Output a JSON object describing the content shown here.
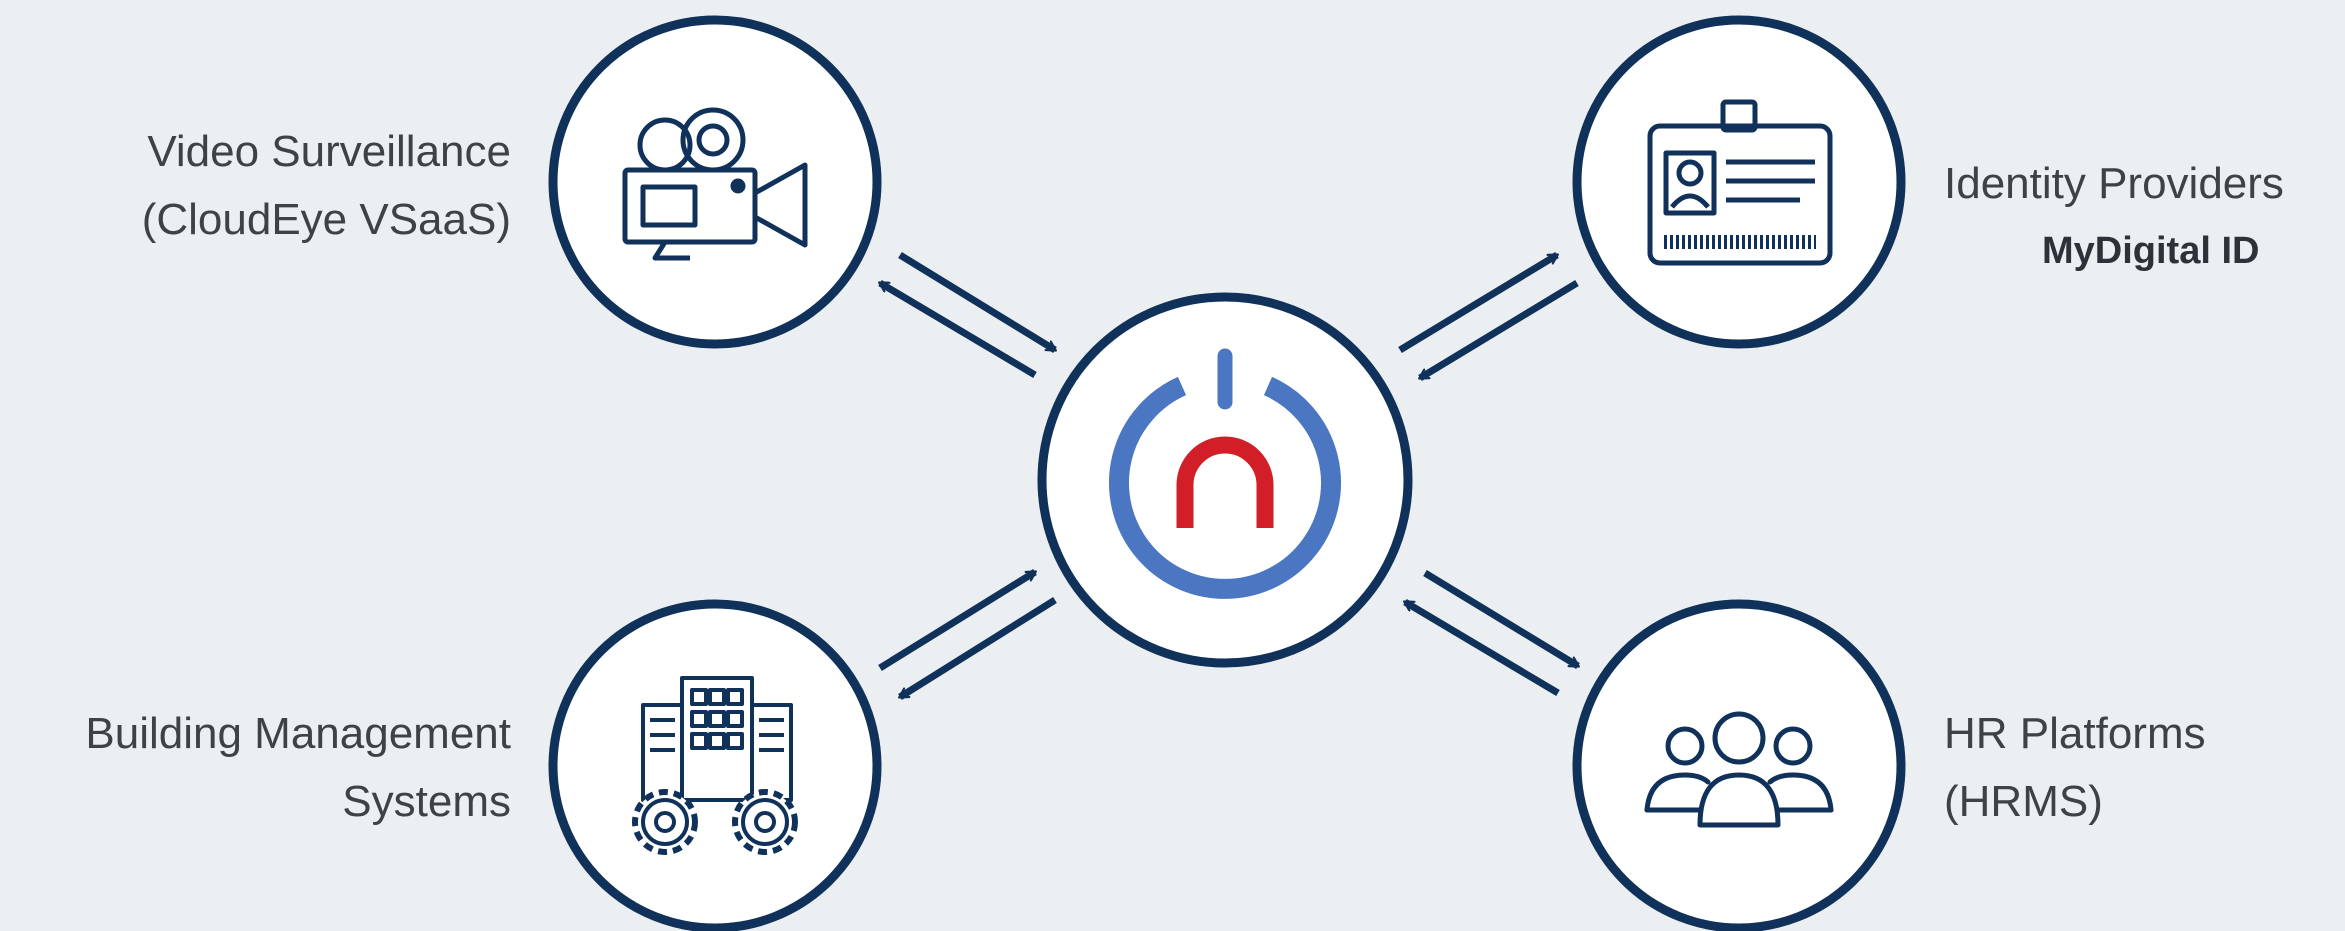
{
  "colors": {
    "background": "#eceff2",
    "navy": "#10315a",
    "logo_blue": "#4a76c2",
    "logo_red": "#d21f27",
    "text": "#3e4247"
  },
  "center": {
    "icon": "power-logo-icon"
  },
  "nodes": {
    "video": {
      "icon": "video-camera-icon",
      "line1": "Video Surveillance",
      "line2": "(CloudEye VSaaS)"
    },
    "identity": {
      "icon": "id-badge-icon",
      "line1": "Identity Providers",
      "line2": "MyDigital ID"
    },
    "building": {
      "icon": "building-gears-icon",
      "line1": "Building Management",
      "line2": "Systems"
    },
    "hr": {
      "icon": "people-group-icon",
      "line1": "HR Platforms",
      "line2": "(HRMS)"
    }
  },
  "connections": [
    {
      "from": "video",
      "to": "center",
      "direction": "bidirectional"
    },
    {
      "from": "identity",
      "to": "center",
      "direction": "bidirectional"
    },
    {
      "from": "building",
      "to": "center",
      "direction": "bidirectional"
    },
    {
      "from": "hr",
      "to": "center",
      "direction": "bidirectional"
    }
  ]
}
